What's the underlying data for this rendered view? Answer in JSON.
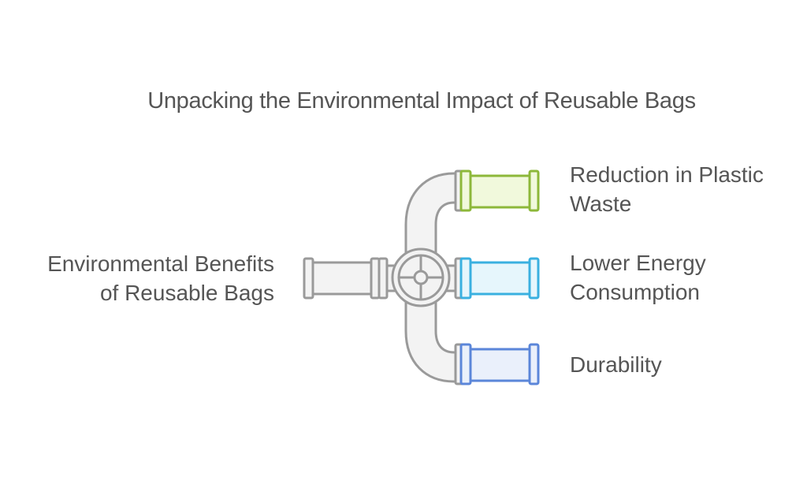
{
  "title": "Unpacking the Environmental Impact of Reusable Bags",
  "source": {
    "line1": "Environmental Benefits",
    "line2": "of Reusable Bags"
  },
  "outputs": [
    {
      "line1": "Reduction in Plastic",
      "line2": "Waste",
      "color": "#8db83a",
      "fill": "#f1f9dc"
    },
    {
      "line1": "Lower Energy",
      "line2": "Consumption",
      "color": "#3ab0e0",
      "fill": "#e6f6fc"
    },
    {
      "line1": "Durability",
      "line2": "",
      "color": "#5b86d9",
      "fill": "#eaf0fb"
    }
  ],
  "colors": {
    "pipe_stroke": "#9a9a9a",
    "pipe_fill": "#f3f3f3",
    "text": "#555555"
  }
}
